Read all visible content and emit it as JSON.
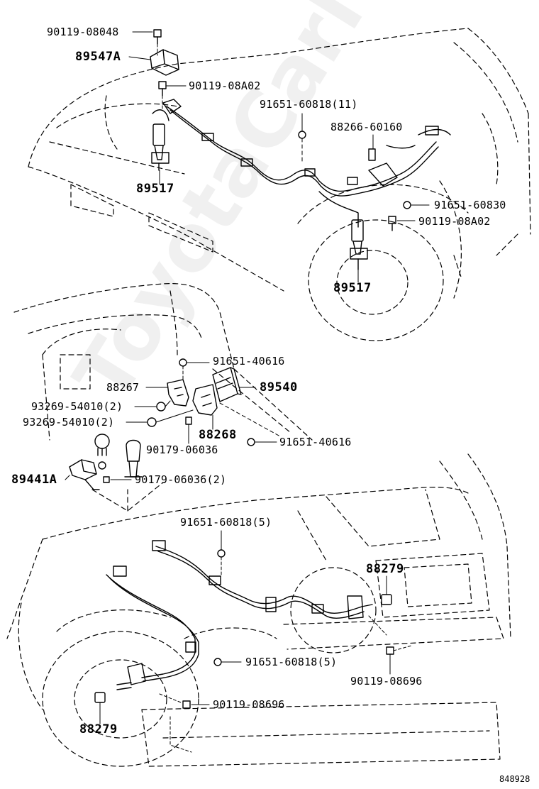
{
  "labels": {
    "p1": "90119-08048",
    "p2": "89547A",
    "p3": "90119-08A02",
    "p4": "91651-60818(11)",
    "p5": "88266-60160",
    "p6": "89517",
    "p7": "91651-60830",
    "p8": "90119-08A02",
    "p9": "89517",
    "p10": "91651-40616",
    "p11": "88267",
    "p12": "89540",
    "p13": "93269-54010(2)",
    "p14": "93269-54010(2)",
    "p15": "88268",
    "p16": "91651-40616",
    "p17": "90179-06036",
    "p18": "89441A",
    "p19": "90179-06036(2)",
    "p20": "91651-60818(5)",
    "p21": "88279",
    "p22": "91651-60818(5)",
    "p23": "90119-08696",
    "p24": "90119-08696",
    "p25": "88279",
    "fig": "848928"
  },
  "watermark": "ToyotaCarMaru",
  "colors": {
    "ink": "#000000",
    "paper": "#ffffff"
  }
}
